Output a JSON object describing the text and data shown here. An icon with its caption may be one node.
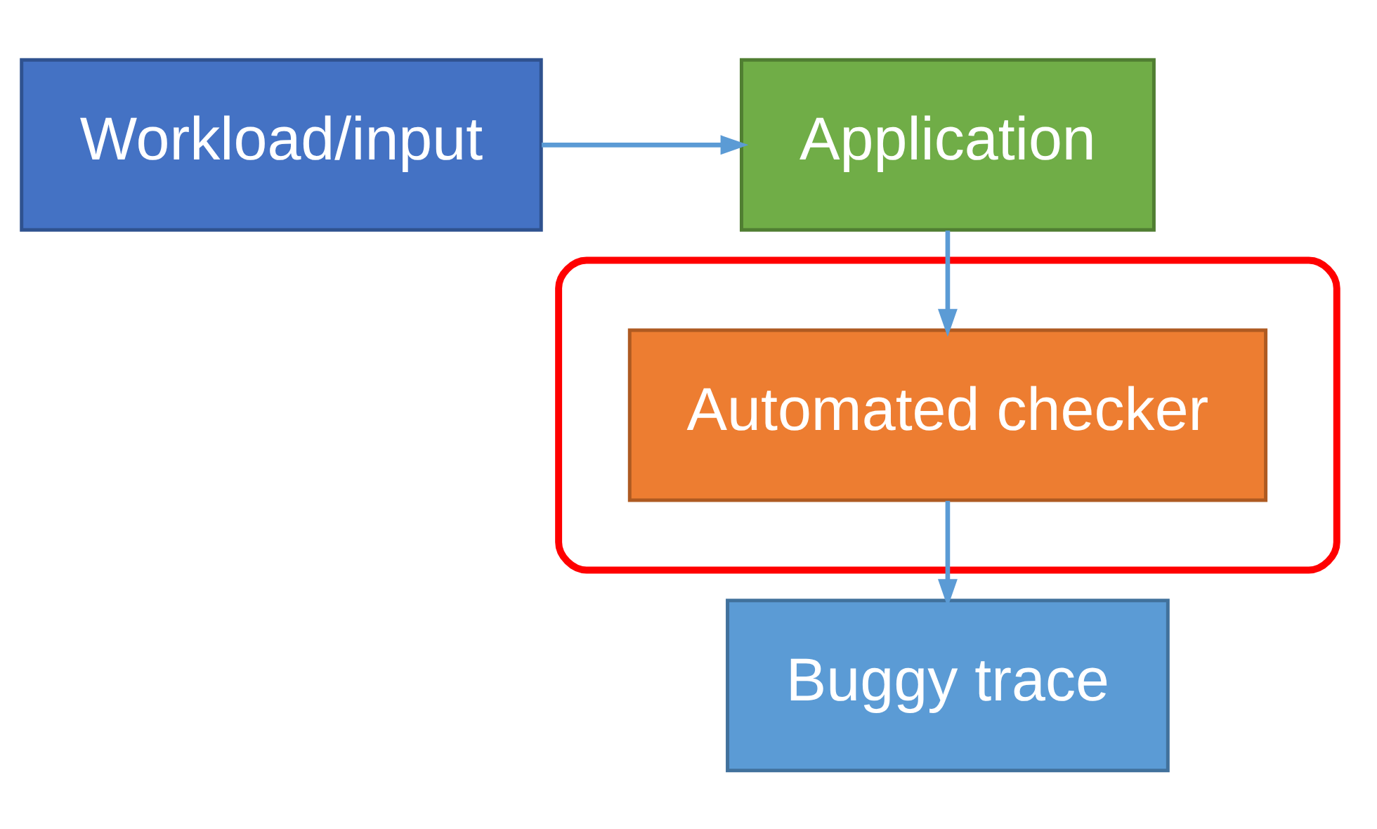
{
  "diagram": {
    "nodes": [
      {
        "text": [
          "Workload/input"
        ]
      },
      {
        "text": [
          "Application"
        ]
      },
      {
        "text": [],
        "shape": "ellipse"
      },
      {
        "text": [
          "Automated checker"
        ],
        "in": 2
      },
      {
        "text": [
          "Buggy trace"
        ]
      }
    ],
    "edges": [
      {
        "from": 0,
        "to": 1,
        "arrow": "to"
      },
      {
        "from": 1,
        "to": 3,
        "arrow": "to"
      },
      {
        "from": 3,
        "to": 4,
        "arrow": "to"
      }
    ]
  }
}
